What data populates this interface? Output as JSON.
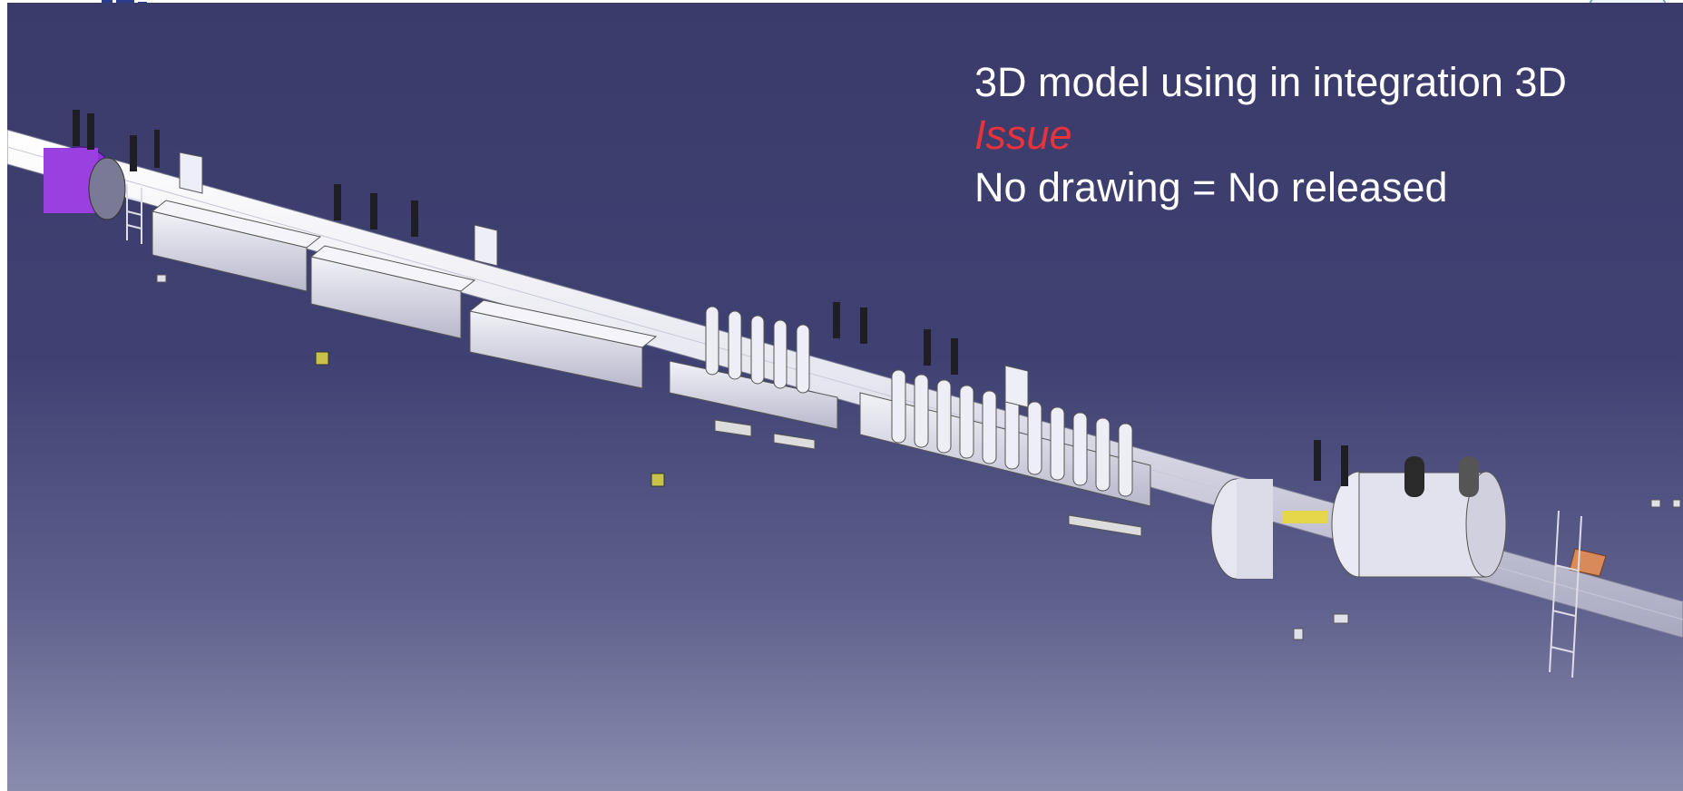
{
  "slide": {
    "caption": {
      "line1": "3D model using in integration 3D",
      "line2": "Issue",
      "line3": "No drawing = No released"
    }
  },
  "colors": {
    "background_top": "#3a3b6a",
    "background_bottom": "#8a8cae",
    "issue_text": "#e8333d",
    "pipe": "#e8e8f2",
    "highlight_purple": "#8c32d8",
    "highlight_orange": "#d98a5a",
    "marker_yellow": "#c9c24a"
  },
  "icons": [
    "logo-left",
    "logo-right"
  ]
}
